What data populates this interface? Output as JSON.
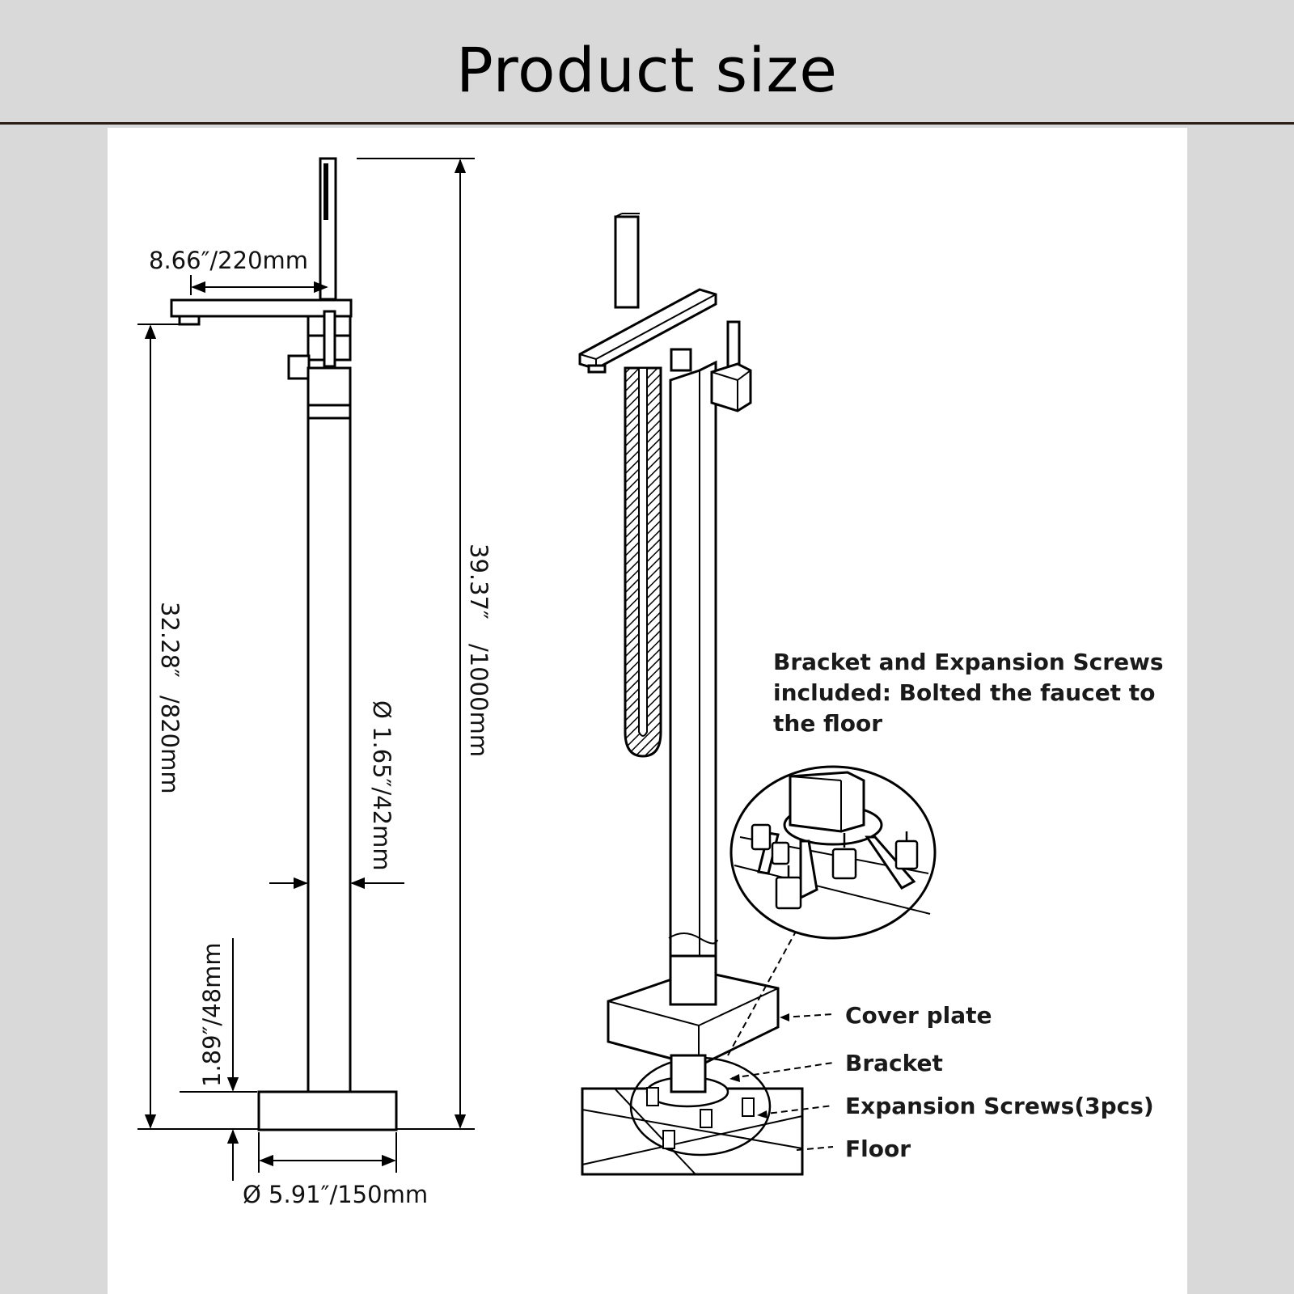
{
  "header": {
    "title": "Product size"
  },
  "dimensions": {
    "spout_reach": "8.66″/220mm",
    "total_height_in": "39.37″",
    "total_height_mm": "/1000mm",
    "spout_height_in": "32.28″",
    "spout_height_mm": "/820mm",
    "pipe_diameter": "Ø 1.65″/42mm",
    "base_height": "1.89″/48mm",
    "base_diameter": "Ø 5.91″/150mm"
  },
  "callout": {
    "lines": [
      "Bracket and Expansion Screws",
      "included: Bolted the faucet to",
      "the floor"
    ]
  },
  "parts": {
    "cover_plate": "Cover plate",
    "bracket": "Bracket",
    "expansion_screws": "Expansion Screws(3pcs)",
    "floor": "Floor"
  }
}
